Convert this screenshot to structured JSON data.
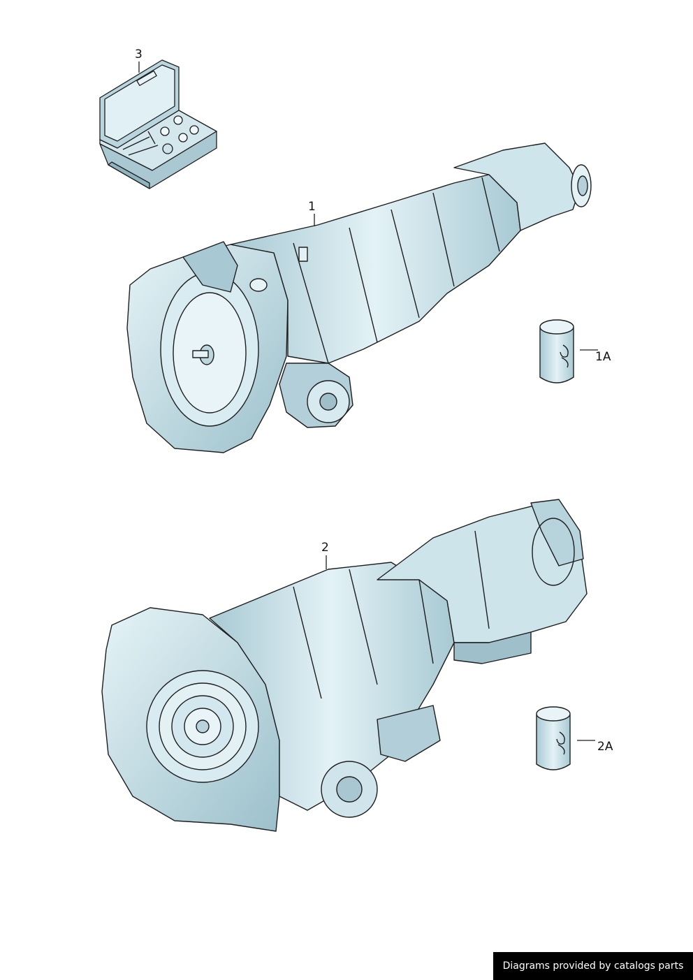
{
  "callouts": {
    "item_3": "3",
    "item_1": "1",
    "item_1a": "1A",
    "item_2": "2",
    "item_2a": "2A"
  },
  "footer": {
    "credit": "Diagrams provided by catalogs parts"
  },
  "colors": {
    "part_fill": "#cfe7ee",
    "part_shade": "#8fb3bf",
    "line": "#1e1e1e",
    "footer_bg": "#000000"
  },
  "icons": [
    "service-kit-case",
    "manual-transmission",
    "automatic-transmission",
    "oil-can"
  ]
}
